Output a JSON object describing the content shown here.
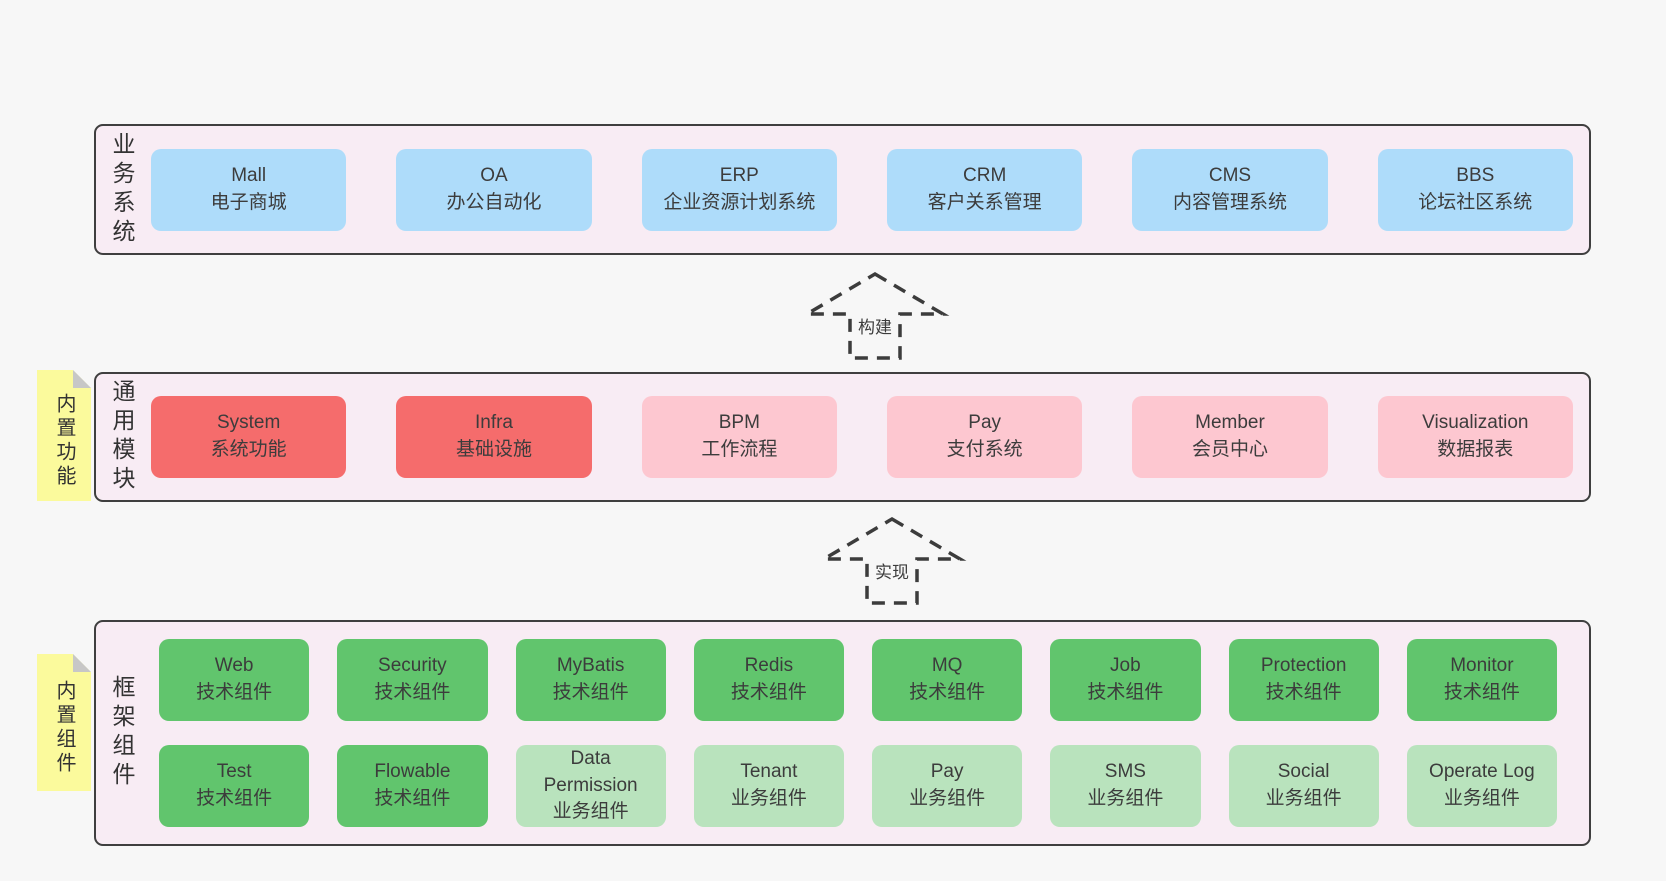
{
  "diagram": {
    "arrows": {
      "build_label": "构建",
      "implement_label": "实现"
    },
    "business": {
      "label": "业务系统",
      "boxes": [
        {
          "name": "Mall",
          "subtitle": "电子商城"
        },
        {
          "name": "OA",
          "subtitle": "办公自动化"
        },
        {
          "name": "ERP",
          "subtitle": "企业资源计划系统"
        },
        {
          "name": "CRM",
          "subtitle": "客户关系管理"
        },
        {
          "name": "CMS",
          "subtitle": "内容管理系统"
        },
        {
          "name": "BBS",
          "subtitle": "论坛社区系统"
        }
      ]
    },
    "modules": {
      "label": "通用模块",
      "tag": "内置功能",
      "boxes": [
        {
          "name": "System",
          "subtitle": "系统功能"
        },
        {
          "name": "Infra",
          "subtitle": "基础设施"
        },
        {
          "name": "BPM",
          "subtitle": "工作流程"
        },
        {
          "name": "Pay",
          "subtitle": "支付系统"
        },
        {
          "name": "Member",
          "subtitle": "会员中心"
        },
        {
          "name": "Visualization",
          "subtitle": "数据报表"
        }
      ]
    },
    "components": {
      "label": "框架组件",
      "tag": "内置组件",
      "row1": [
        {
          "name": "Web",
          "subtitle": "技术组件"
        },
        {
          "name": "Security",
          "subtitle": "技术组件"
        },
        {
          "name": "MyBatis",
          "subtitle": "技术组件"
        },
        {
          "name": "Redis",
          "subtitle": "技术组件"
        },
        {
          "name": "MQ",
          "subtitle": "技术组件"
        },
        {
          "name": "Job",
          "subtitle": "技术组件"
        },
        {
          "name": "Protection",
          "subtitle": "技术组件"
        },
        {
          "name": "Monitor",
          "subtitle": "技术组件"
        }
      ],
      "row2": [
        {
          "name": "Test",
          "subtitle": "技术组件"
        },
        {
          "name": "Flowable",
          "subtitle": "技术组件"
        },
        {
          "name": "Data Permission",
          "subtitle": "业务组件"
        },
        {
          "name": "Tenant",
          "subtitle": "业务组件"
        },
        {
          "name": "Pay",
          "subtitle": "业务组件"
        },
        {
          "name": "SMS",
          "subtitle": "业务组件"
        },
        {
          "name": "Social",
          "subtitle": "业务组件"
        },
        {
          "name": "Operate Log",
          "subtitle": "业务组件"
        }
      ]
    },
    "colors": {
      "page_bg": "#f7f7f7",
      "panel_bg": "#f8ecf4",
      "panel_border": "#3f3f3f",
      "blue_box": "#aedcfa",
      "red_box": "#f56c6c",
      "pink_box": "#fdc7d0",
      "green_box": "#61c56d",
      "light_green_box": "#b9e3bd",
      "sticky_yellow": "#fbfa9c",
      "sticky_fold": "#c7c7c7",
      "text": "#3c3c3c"
    }
  }
}
